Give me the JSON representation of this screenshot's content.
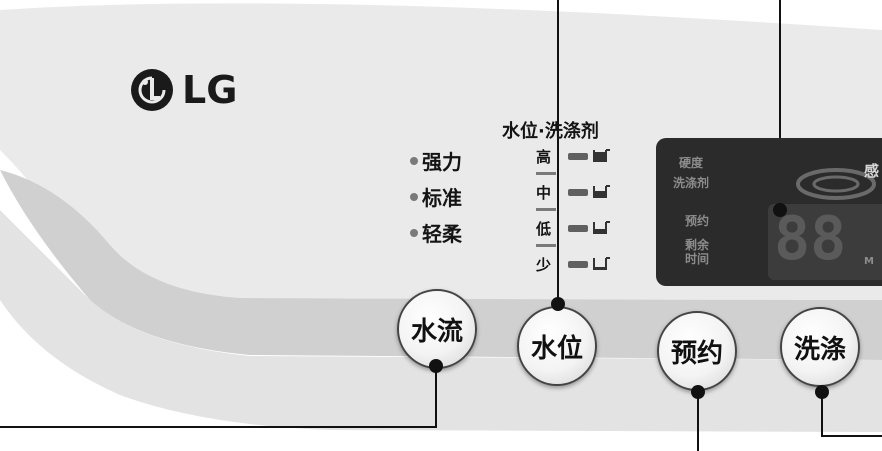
{
  "brand": {
    "logo_text": "LG"
  },
  "water_flow_modes": {
    "items": [
      "强力",
      "标准",
      "轻柔"
    ]
  },
  "water_level": {
    "heading": "水位·洗涤剂",
    "levels": [
      "高",
      "中",
      "低",
      "少"
    ]
  },
  "display": {
    "labels": {
      "hardness": "硬度",
      "detergent": "洗涤剂",
      "reserve": "预约",
      "remaining": "剩余",
      "time": "时间"
    },
    "digits": "88",
    "unit": "M",
    "sense_fragment": "感"
  },
  "buttons": {
    "water_flow": "水流",
    "water_level": "水位",
    "reserve": "预约",
    "wash": "洗涤"
  },
  "colors": {
    "panel": "#e9e9e9",
    "display_bg": "#2b2b2b",
    "callout": "#111111"
  }
}
